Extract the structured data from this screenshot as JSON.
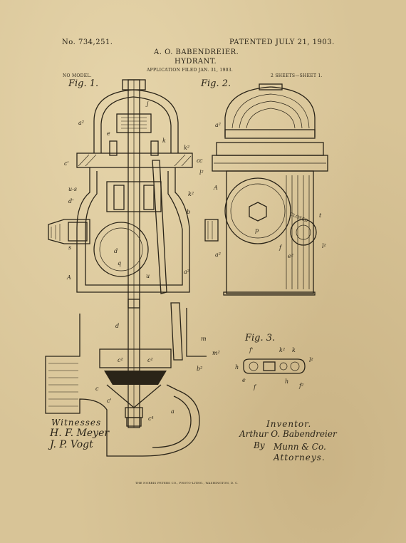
{
  "header": {
    "patent_no": "No. 734,251.",
    "patented": "PATENTED JULY 21, 1903.",
    "inventor": "A. O. BABENDREIER.",
    "title": "HYDRANT.",
    "filed": "APPLICATION FILED JAN. 31, 1903.",
    "no_model": "NO MODEL.",
    "sheets": "2 SHEETS—SHEET 1."
  },
  "figures": {
    "fig1": "Fig. 1.",
    "fig2": "Fig. 2.",
    "fig3": "Fig. 3.",
    "closed_label": "CLOSED"
  },
  "witnesses": {
    "heading": "Witnesses",
    "names": [
      "H. F. Meyer",
      "J. P. Vogt"
    ]
  },
  "inventor_block": {
    "heading": "Inventor.",
    "name": "Arthur O. Babendreier",
    "by": "By",
    "attorney": "Munn & Co.",
    "role": "Attorneys."
  },
  "footer": {
    "printer": "THE NORRIS PETERS CO., PHOTO-LITHO., WASHINGTON, D. C."
  },
  "colors": {
    "paper": "#d8c497",
    "ink": "#2a2418"
  }
}
